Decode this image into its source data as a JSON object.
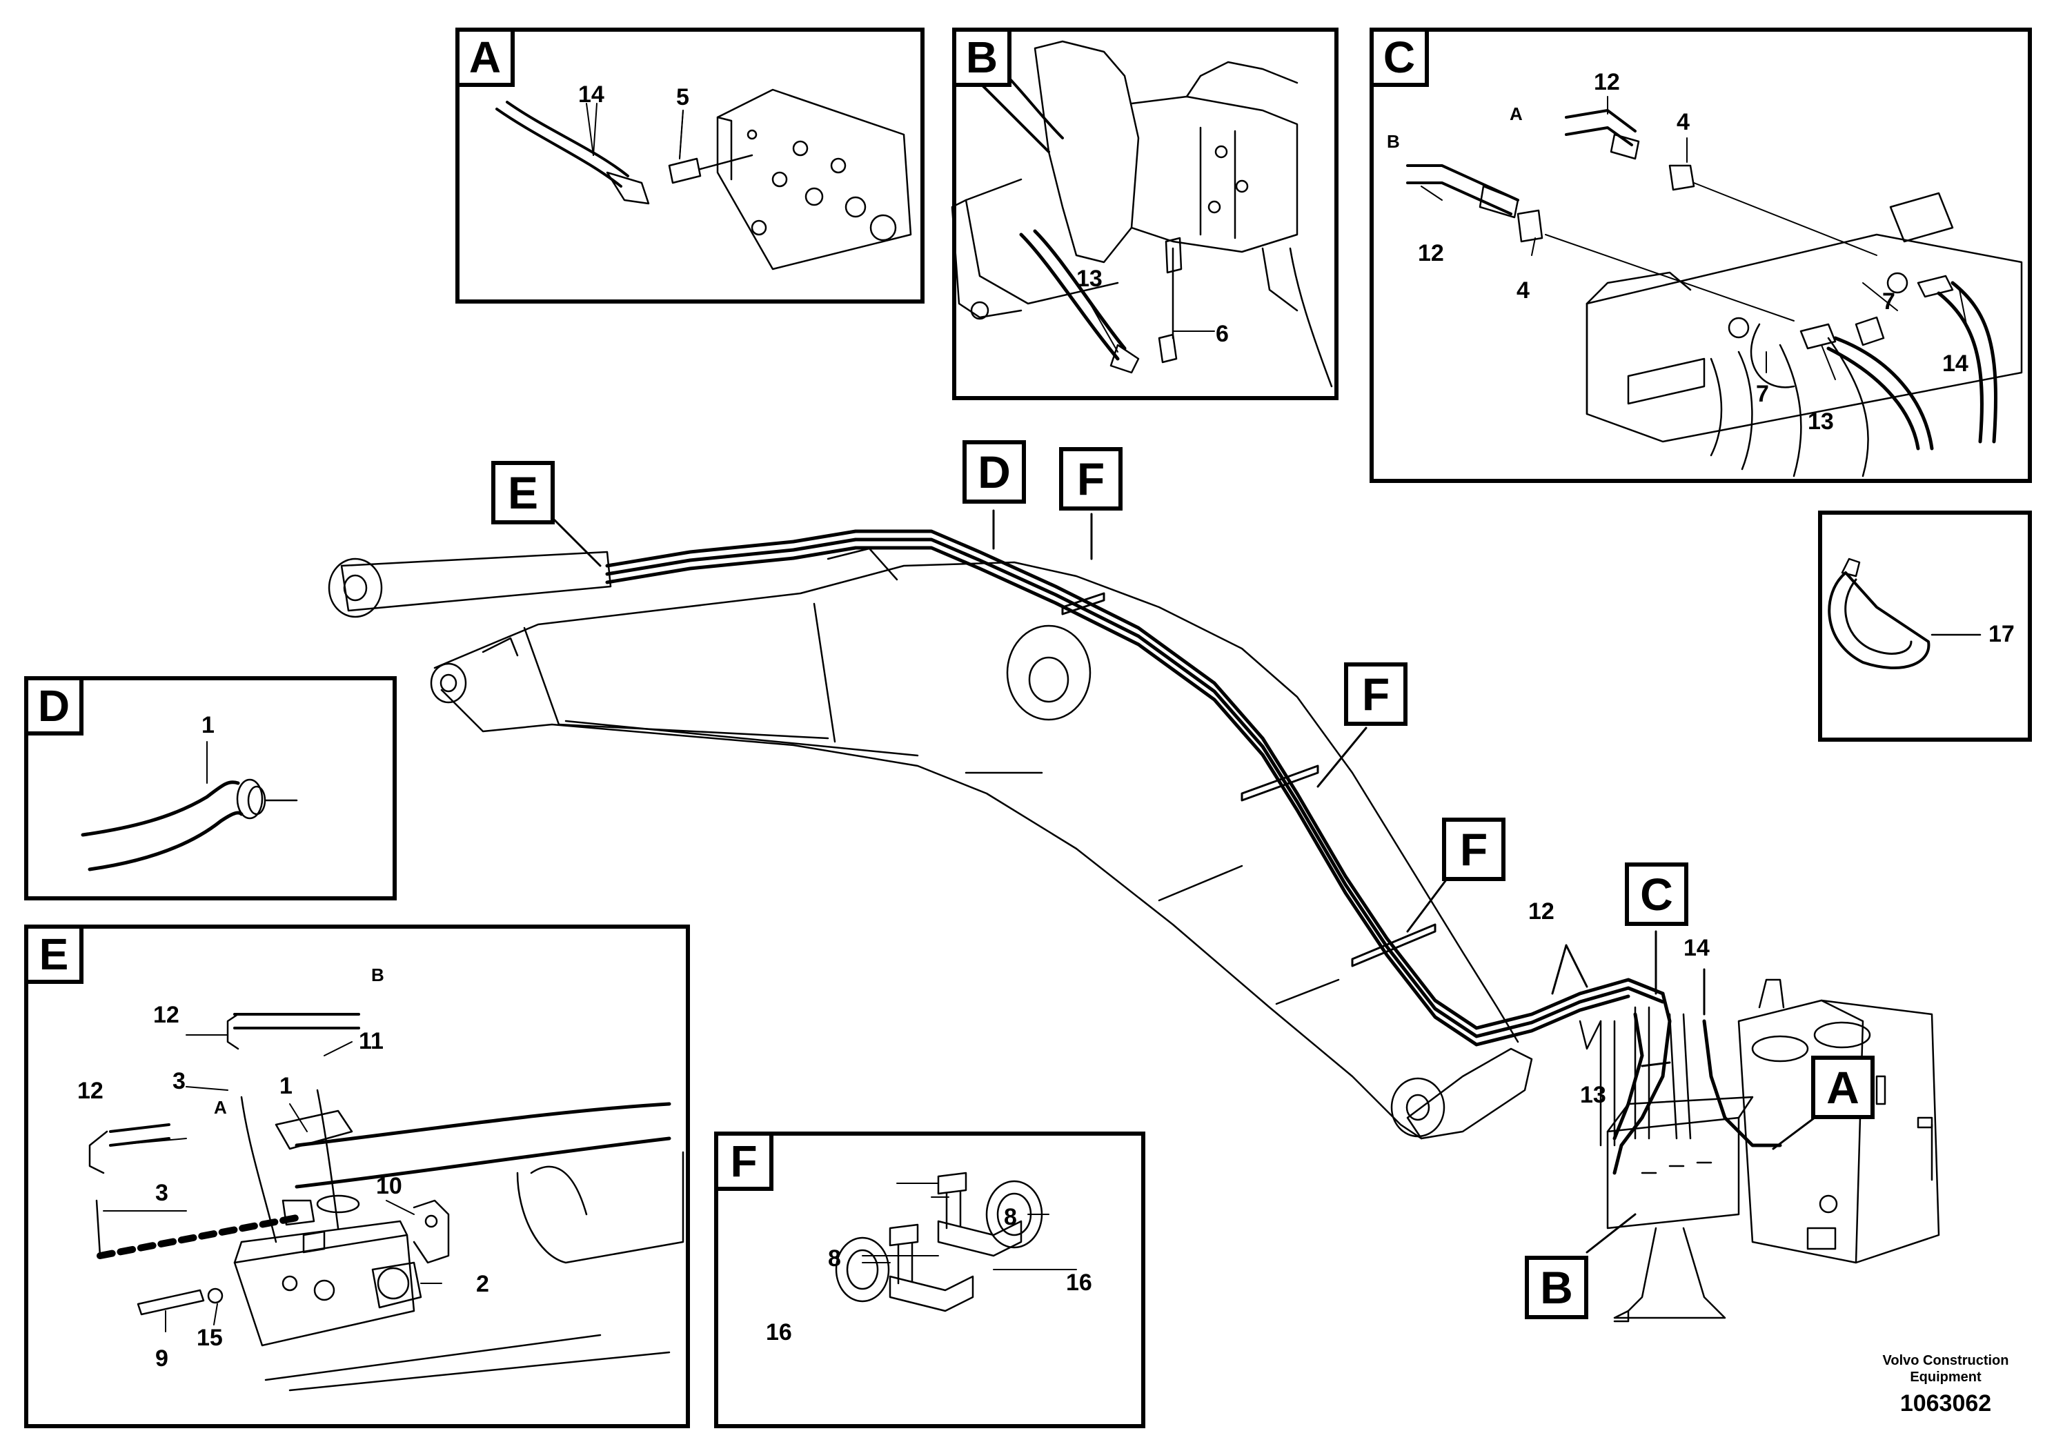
{
  "panels": {
    "A": {
      "tag": "A",
      "labels": [
        "14",
        "5"
      ]
    },
    "B": {
      "tag": "B",
      "labels": [
        "13",
        "6"
      ]
    },
    "C": {
      "tag": "C",
      "labels": [
        "12",
        "4",
        "12",
        "4",
        "7",
        "7",
        "14",
        "13"
      ],
      "letters": [
        "A",
        "B"
      ]
    },
    "D": {
      "tag": "D",
      "labels": [
        "1"
      ]
    },
    "E": {
      "tag": "E",
      "labels": [
        "12",
        "11",
        "3",
        "1",
        "12",
        "3",
        "10",
        "2",
        "9",
        "15"
      ],
      "letters": [
        "B",
        "A"
      ]
    },
    "F": {
      "tag": "F",
      "labels": [
        "8",
        "8",
        "16",
        "16"
      ]
    },
    "G": {
      "labels": [
        "17"
      ]
    }
  },
  "callouts": [
    "E",
    "D",
    "F",
    "F",
    "F",
    "C",
    "A",
    "B"
  ],
  "main_labels": [
    "12",
    "14",
    "13"
  ],
  "footer": {
    "brand_line1": "Volvo Construction",
    "brand_line2": "Equipment",
    "doc_number": "1063062"
  }
}
